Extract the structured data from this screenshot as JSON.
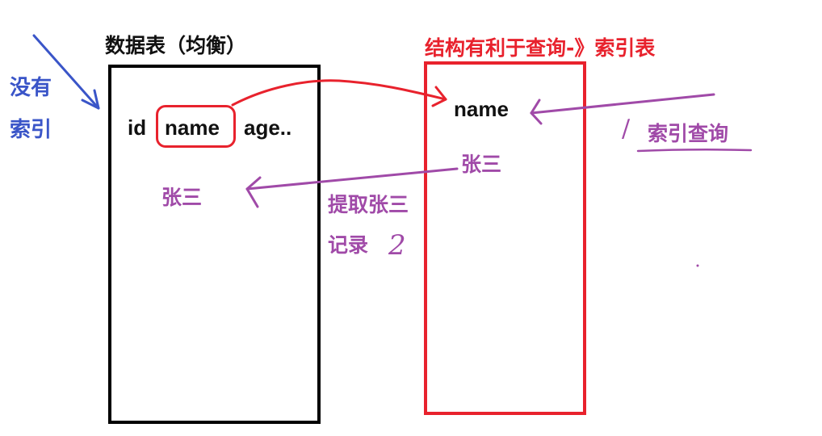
{
  "no_index_label": [
    "没有",
    "索引"
  ],
  "data_table": {
    "title": "数据表（均衡）",
    "fields": [
      "id",
      "name",
      "age.."
    ],
    "value": "张三"
  },
  "index_table": {
    "title": "结构有利于查询-》索引表",
    "field": "name",
    "value": "张三"
  },
  "annotations": {
    "index_query": "索引查询",
    "extract_record": [
      "提取张三",
      "记录"
    ],
    "step_number": "2",
    "step_one_mark": "/"
  },
  "colors": {
    "blue": "#3a55c8",
    "red": "#e8222d",
    "purple": "#a04aa8",
    "black": "#000000"
  }
}
